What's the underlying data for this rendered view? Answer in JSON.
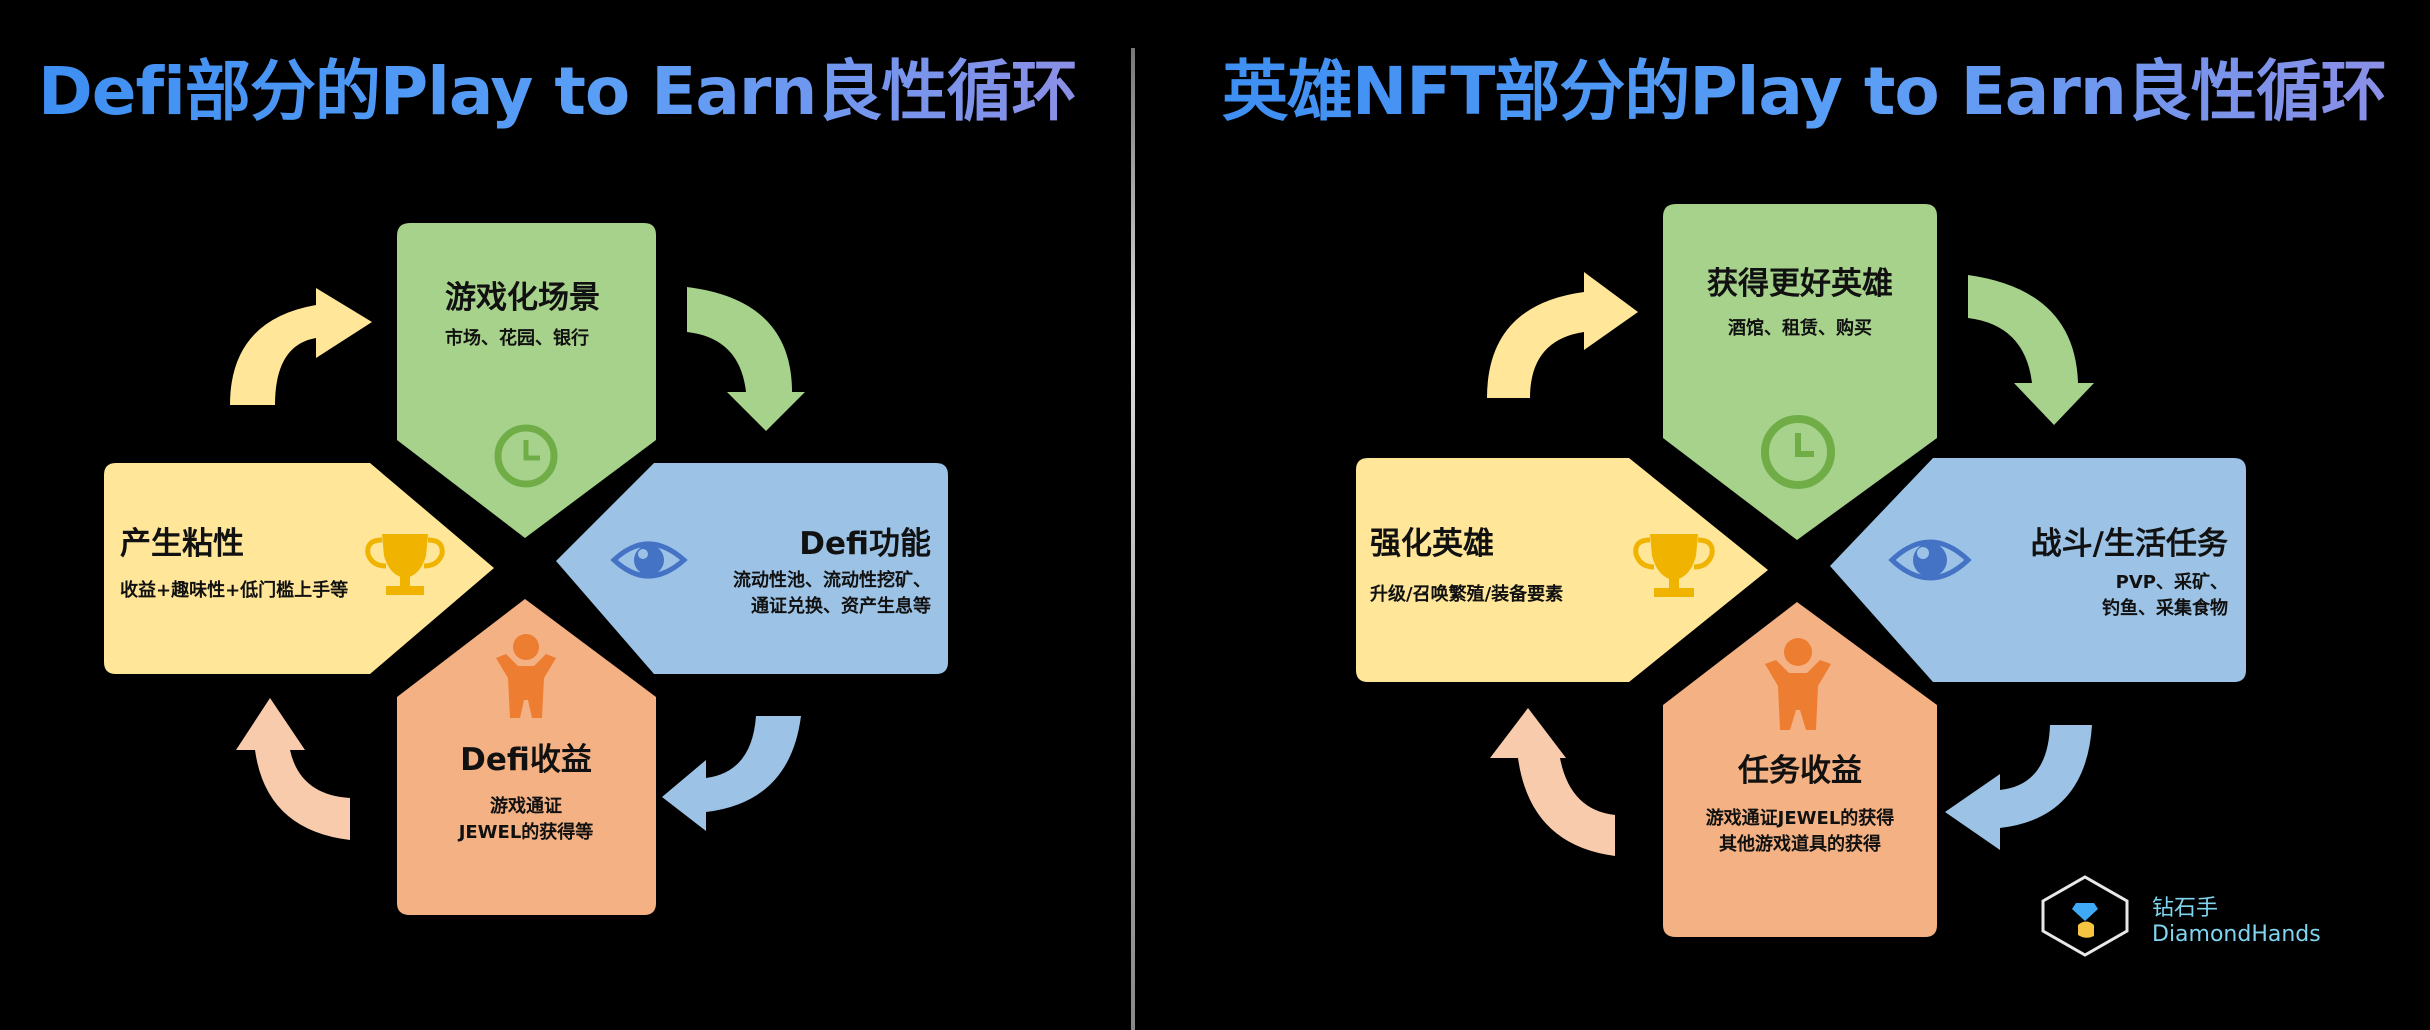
{
  "titles": {
    "left": "Defi部分的Play to Earn良性循环",
    "right": "英雄NFT部分的Play to Earn良性循环"
  },
  "left": {
    "top": {
      "title": "游戏化场景",
      "sub": "市场、花园、银行",
      "icon": "clock-icon"
    },
    "right": {
      "title": "Defi功能",
      "sub1": "流动性池、流动性挖矿、",
      "sub2": "通证兑换、资产生息等",
      "icon": "eye-icon"
    },
    "bottom": {
      "title": "Defi收益",
      "sub1": "游戏通证",
      "sub2": "JEWEL的获得等",
      "icon": "person-icon"
    },
    "left": {
      "title": "产生粘性",
      "sub": "收益+趣味性+低门槛上手等",
      "icon": "trophy-icon"
    }
  },
  "right": {
    "top": {
      "title": "获得更好英雄",
      "sub": "酒馆、租赁、购买",
      "icon": "clock-icon"
    },
    "right": {
      "title": "战斗/生活任务",
      "sub1": "PVP、采矿、",
      "sub2": "钓鱼、采集食物",
      "icon": "eye-icon"
    },
    "bottom": {
      "title": "任务收益",
      "sub1": "游戏通证JEWEL的获得",
      "sub2": "其他游戏道具的获得",
      "icon": "person-icon"
    },
    "left": {
      "title": "强化英雄",
      "sub": "升级/召唤繁殖/装备要素",
      "icon": "trophy-icon"
    }
  },
  "logo": {
    "line1": "钻石手",
    "line2": "DiamondHands",
    "icon": "diamond-hand-icon"
  },
  "colors": {
    "green": "#a7d28c",
    "blue": "#9cc3e6",
    "orange": "#f4b183",
    "yellow": "#ffe699",
    "arrow_yellow": "#ffe699",
    "arrow_green": "#a7d28c",
    "arrow_blue": "#9cc3e6",
    "arrow_peach": "#f8cbad"
  }
}
